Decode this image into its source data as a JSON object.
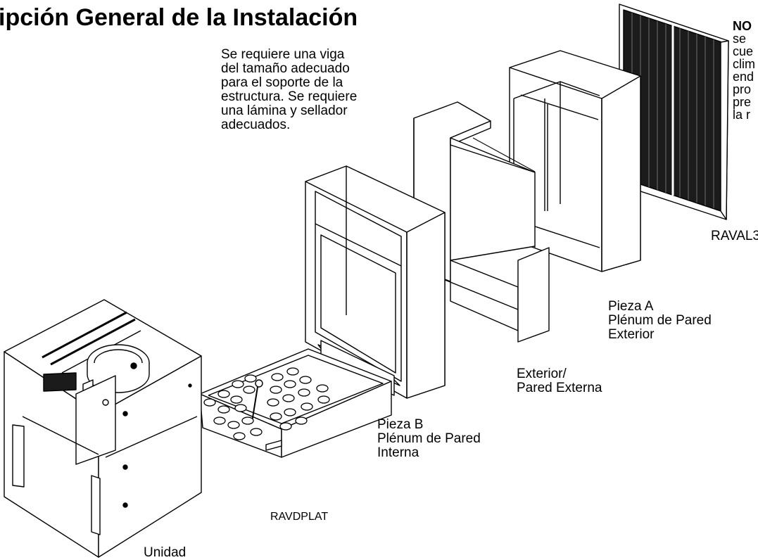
{
  "title": "ipción General de la Instalación",
  "beam_note": [
    "Se requiere una viga",
    "del tamaño adecuado",
    "para el soporte de la",
    "estructura. Se requiere",
    "una lámina y sellador",
    "adecuados."
  ],
  "side_note": {
    "heading": "NO",
    "lines": [
      "se",
      "cue",
      "clim",
      "end",
      "pro",
      "pre",
      "la r"
    ]
  },
  "labels": {
    "raval3": "RAVAL3",
    "pieza_a": [
      "Pieza A",
      "Plénum de Pared",
      "Exterior"
    ],
    "exterior": [
      "Exterior/",
      "Pared Externa"
    ],
    "pieza_b": [
      "Pieza B",
      "Plénum de Pared",
      "Interna"
    ],
    "ravdplat": "RAVDPLAT",
    "unidad": "Unidad"
  }
}
